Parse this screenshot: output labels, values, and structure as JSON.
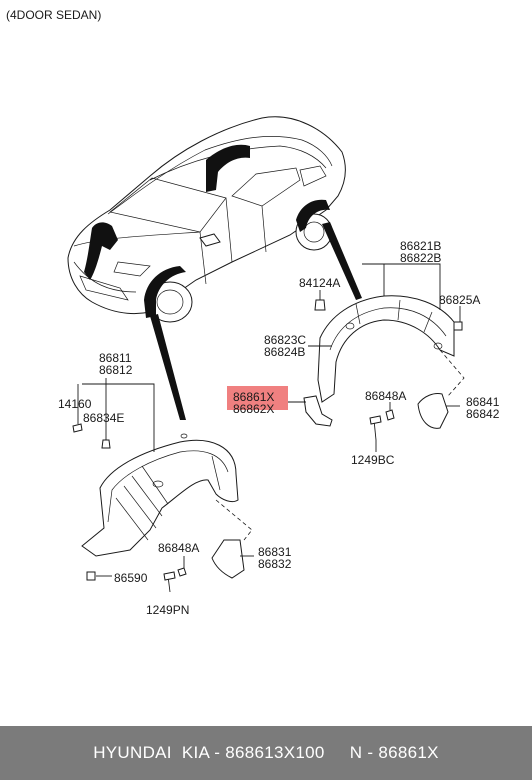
{
  "variant_label": "(4DOOR SEDAN)",
  "labels": {
    "p86811": "86811",
    "p86812": "86812",
    "p14160": "14160",
    "p86834E": "86834E",
    "p86590": "86590",
    "p86848A_front": "86848A",
    "p86831": "86831",
    "p86832": "86832",
    "p1249PN": "1249PN",
    "p86821B": "86821B",
    "p86822B": "86822B",
    "p84124A": "84124A",
    "p86825A": "86825A",
    "p86823C": "86823C",
    "p86824B": "86824B",
    "p86861X": "86861X",
    "p86862X": "86862X",
    "p86848A_rear": "86848A",
    "p86841": "86841",
    "p86842": "86842",
    "p1249BC": "1249BC"
  },
  "highlight_color": "#f08080",
  "footer": {
    "text": "HYUNDAI  KIA - 868613X100     N - 86861X"
  }
}
